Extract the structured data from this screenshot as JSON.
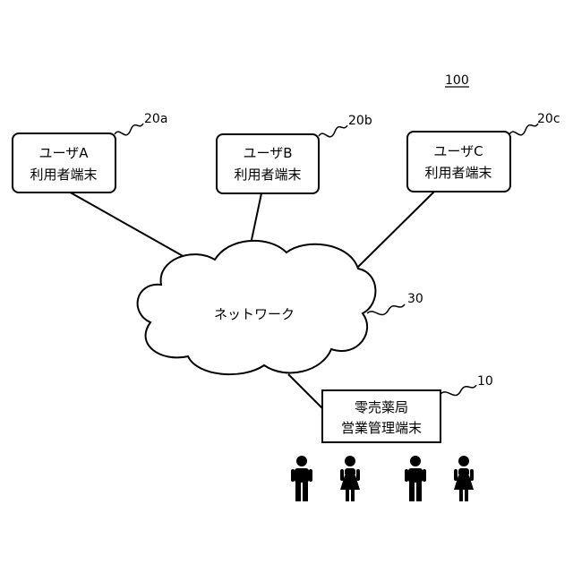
{
  "system": {
    "ref": "100"
  },
  "terminals": [
    {
      "ref": "20a",
      "line1": "ユーザA",
      "line2": "利用者端末"
    },
    {
      "ref": "20b",
      "line1": "ユーザB",
      "line2": "利用者端末"
    },
    {
      "ref": "20c",
      "line1": "ユーザC",
      "line2": "利用者端末"
    }
  ],
  "network": {
    "ref": "30",
    "label": "ネットワーク"
  },
  "pharmacy": {
    "ref": "10",
    "line1": "零売薬局",
    "line2": "営業管理端末"
  },
  "people": [
    {
      "icon": "man-icon"
    },
    {
      "icon": "woman-icon"
    },
    {
      "icon": "man-icon"
    },
    {
      "icon": "woman-icon"
    }
  ]
}
